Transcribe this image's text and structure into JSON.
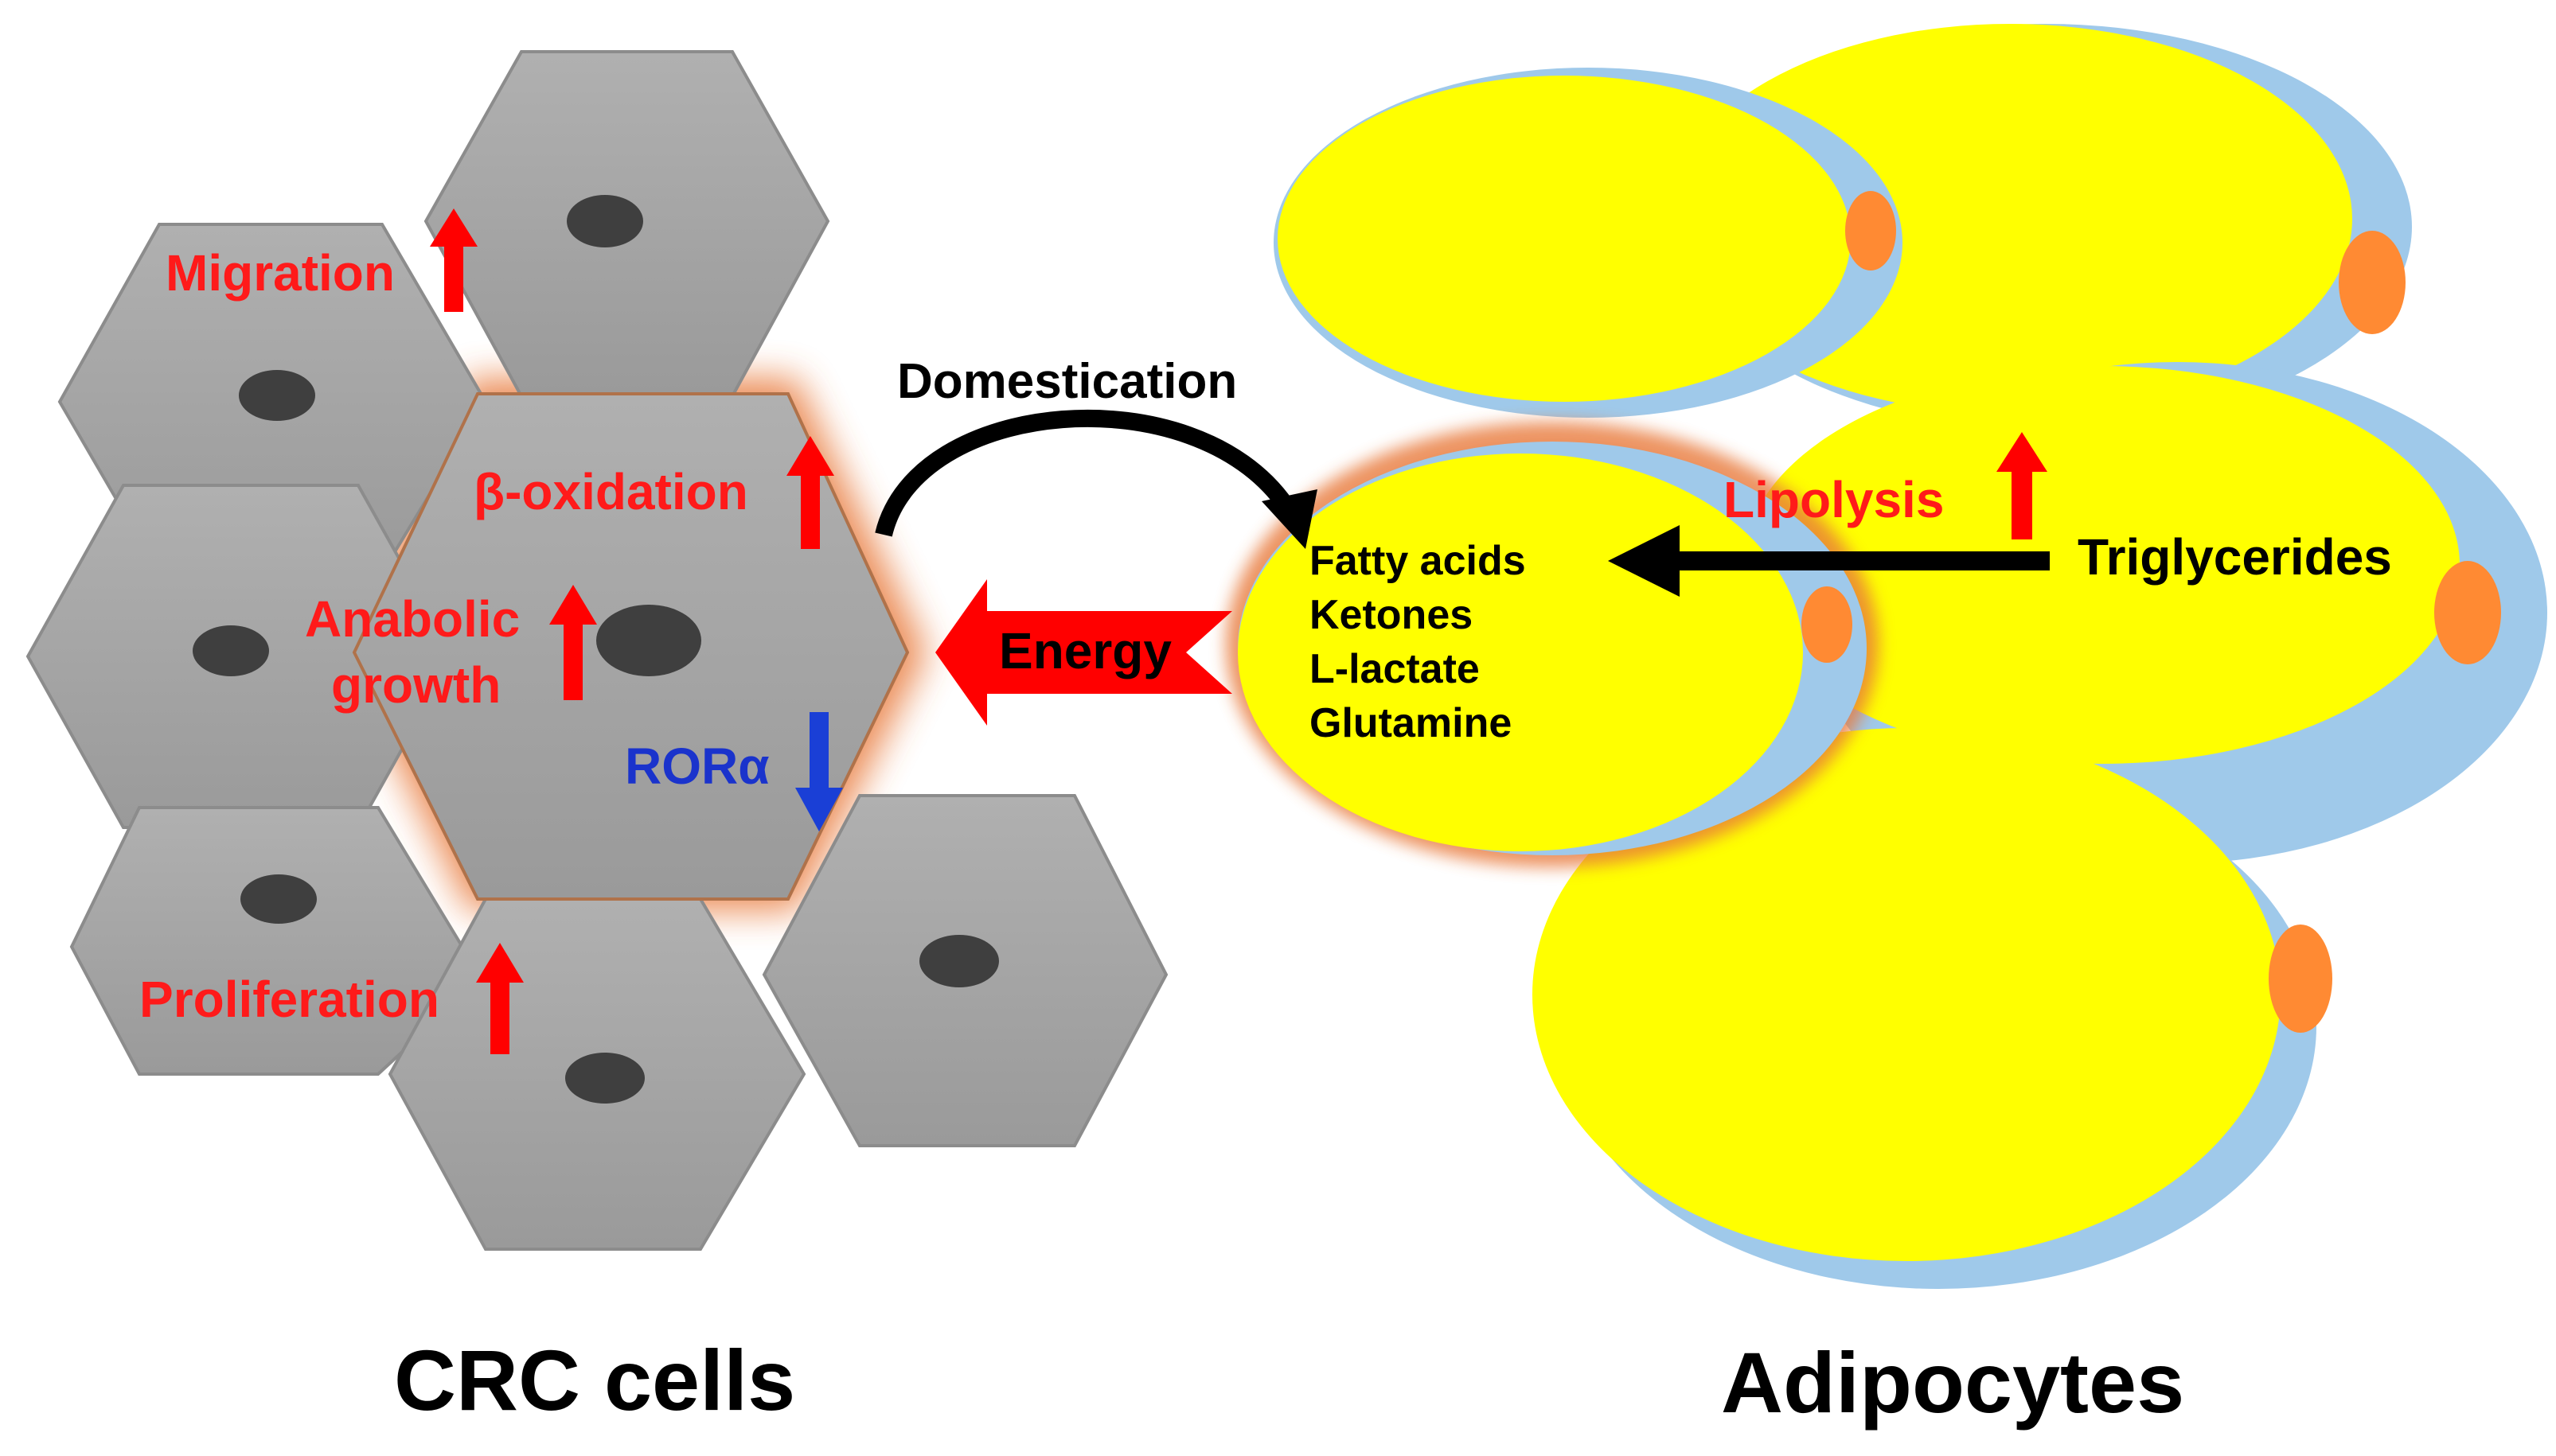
{
  "colors": {
    "cell_fill": "#a6a6a6",
    "cell_stroke": "#8c8c8c",
    "nucleus": "#3f3f3f",
    "fat_droplet": "#ffff00",
    "adipocyte_membrane": "#9fc9ea",
    "adipocyte_nucleus": "#ff8a33",
    "glow": "#e8793a",
    "red": "#ff1a1a",
    "blue": "#1a33cc",
    "black": "#000000"
  },
  "crc": {
    "labels": {
      "migration": "Migration",
      "beta_oxidation": "β-oxidation",
      "anabolic": "Anabolic",
      "growth": "growth",
      "ror": "RORα",
      "proliferation": "Proliferation"
    },
    "arrows": {
      "migration": "up-arrow-icon",
      "beta_oxidation": "up-arrow-icon",
      "anabolic_growth": "up-arrow-icon",
      "ror": "down-arrow-icon",
      "proliferation": "up-arrow-icon"
    },
    "title": "CRC cells"
  },
  "flow": {
    "domestication": "Domestication",
    "energy": "Energy"
  },
  "adipocytes": {
    "metabolites": [
      "Fatty acids",
      "Ketones",
      "L-lactate",
      "Glutamine"
    ],
    "lipolysis": "Lipolysis",
    "triglycerides": "Triglycerides",
    "title": "Adipocytes"
  }
}
